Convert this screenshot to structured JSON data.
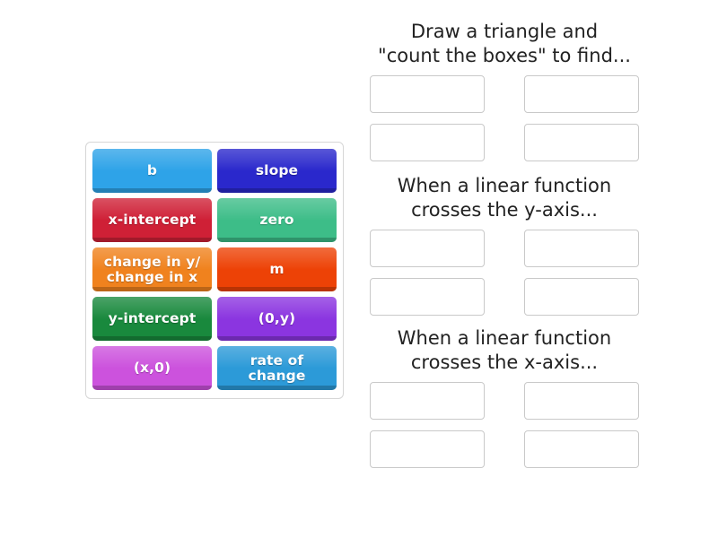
{
  "activity": {
    "type": "drag-and-drop-matching",
    "background_color": "#ffffff"
  },
  "tile_bank": {
    "border_color": "#d6d6d6",
    "rows": [
      [
        {
          "label": "b",
          "color": "#2ea3e8",
          "name": "tile-b"
        },
        {
          "label": "slope",
          "color": "#2a28cc",
          "name": "tile-slope"
        }
      ],
      [
        {
          "label": "x-intercept",
          "color": "#cf2036",
          "name": "tile-x-intercept"
        },
        {
          "label": "zero",
          "color": "#3dbd88",
          "name": "tile-zero"
        }
      ],
      [
        {
          "label": "change in y/\nchange in x",
          "color": "#f0821e",
          "name": "tile-change-in-y-over-change-in-x"
        },
        {
          "label": "m",
          "color": "#ed4206",
          "name": "tile-m"
        }
      ],
      [
        {
          "label": "y-intercept",
          "color": "#19893d",
          "name": "tile-y-intercept"
        },
        {
          "label": "(0,y)",
          "color": "#8b35e0",
          "name": "tile-0-y"
        }
      ],
      [
        {
          "label": "(x,0)",
          "color": "#cc52dd",
          "name": "tile-x-0"
        },
        {
          "label": "rate of\nchange",
          "color": "#2c9ad8",
          "name": "tile-rate-of-change"
        }
      ]
    ]
  },
  "groups": [
    {
      "name": "group-draw-a-triangle",
      "title": "Draw a triangle and\n\"count the boxes\" to find...",
      "slots": [
        {
          "name": "drop-slot-1",
          "value": ""
        },
        {
          "name": "drop-slot-2",
          "value": ""
        },
        {
          "name": "drop-slot-3",
          "value": ""
        },
        {
          "name": "drop-slot-4",
          "value": ""
        }
      ]
    },
    {
      "name": "group-crosses-y-axis",
      "title": "When a linear function\ncrosses the y-axis...",
      "slots": [
        {
          "name": "drop-slot-5",
          "value": ""
        },
        {
          "name": "drop-slot-6",
          "value": ""
        },
        {
          "name": "drop-slot-7",
          "value": ""
        },
        {
          "name": "drop-slot-8",
          "value": ""
        }
      ]
    },
    {
      "name": "group-crosses-x-axis",
      "title": "When a linear function\ncrosses the x-axis...",
      "slots": [
        {
          "name": "drop-slot-9",
          "value": ""
        },
        {
          "name": "drop-slot-10",
          "value": ""
        },
        {
          "name": "drop-slot-11",
          "value": ""
        },
        {
          "name": "drop-slot-12",
          "value": ""
        }
      ]
    }
  ]
}
